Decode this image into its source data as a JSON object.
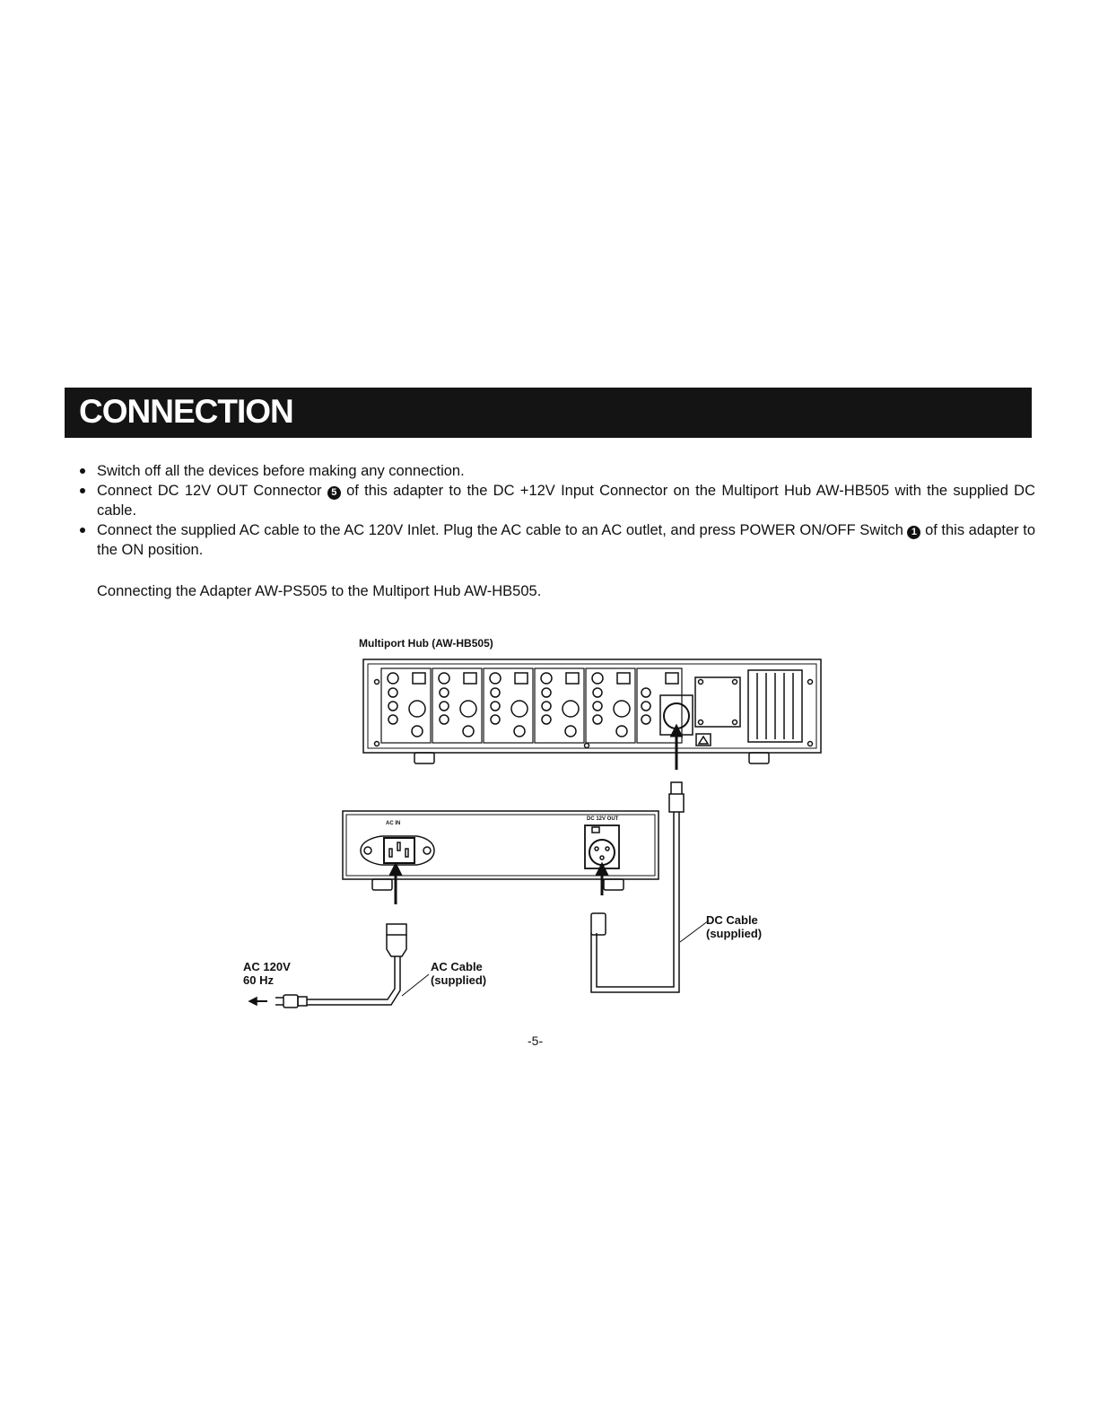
{
  "header": {
    "title": "CONNECTION"
  },
  "bullets": [
    {
      "text": "Switch off all the devices before making any connection."
    },
    {
      "text_before": "Connect DC 12V OUT Connector ",
      "marker": "5",
      "text_after": " of this adapter to the DC +12V Input Connector on the Multiport Hub AW-HB505 with the supplied DC cable."
    },
    {
      "text_before": "Connect the supplied AC cable to the AC 120V Inlet. Plug the AC cable to an AC outlet, and press POWER ON/OFF Switch ",
      "marker": "1",
      "text_after": " of this adapter to the ON position."
    }
  ],
  "caption": "Connecting the Adapter AW-PS505 to the Multiport Hub AW-HB505.",
  "diagram": {
    "hub_label": "Multiport Hub (AW-HB505)",
    "ac_in_label": "AC IN",
    "dc_out_label": "DC 12V OUT",
    "ac_source_line1": "AC 120V",
    "ac_source_line2": "60 Hz",
    "ac_cable_line1": "AC Cable",
    "ac_cable_line2": "(supplied)",
    "dc_cable_line1": "DC Cable",
    "dc_cable_line2": "(supplied)"
  },
  "footer": {
    "page_number": "-5-"
  }
}
